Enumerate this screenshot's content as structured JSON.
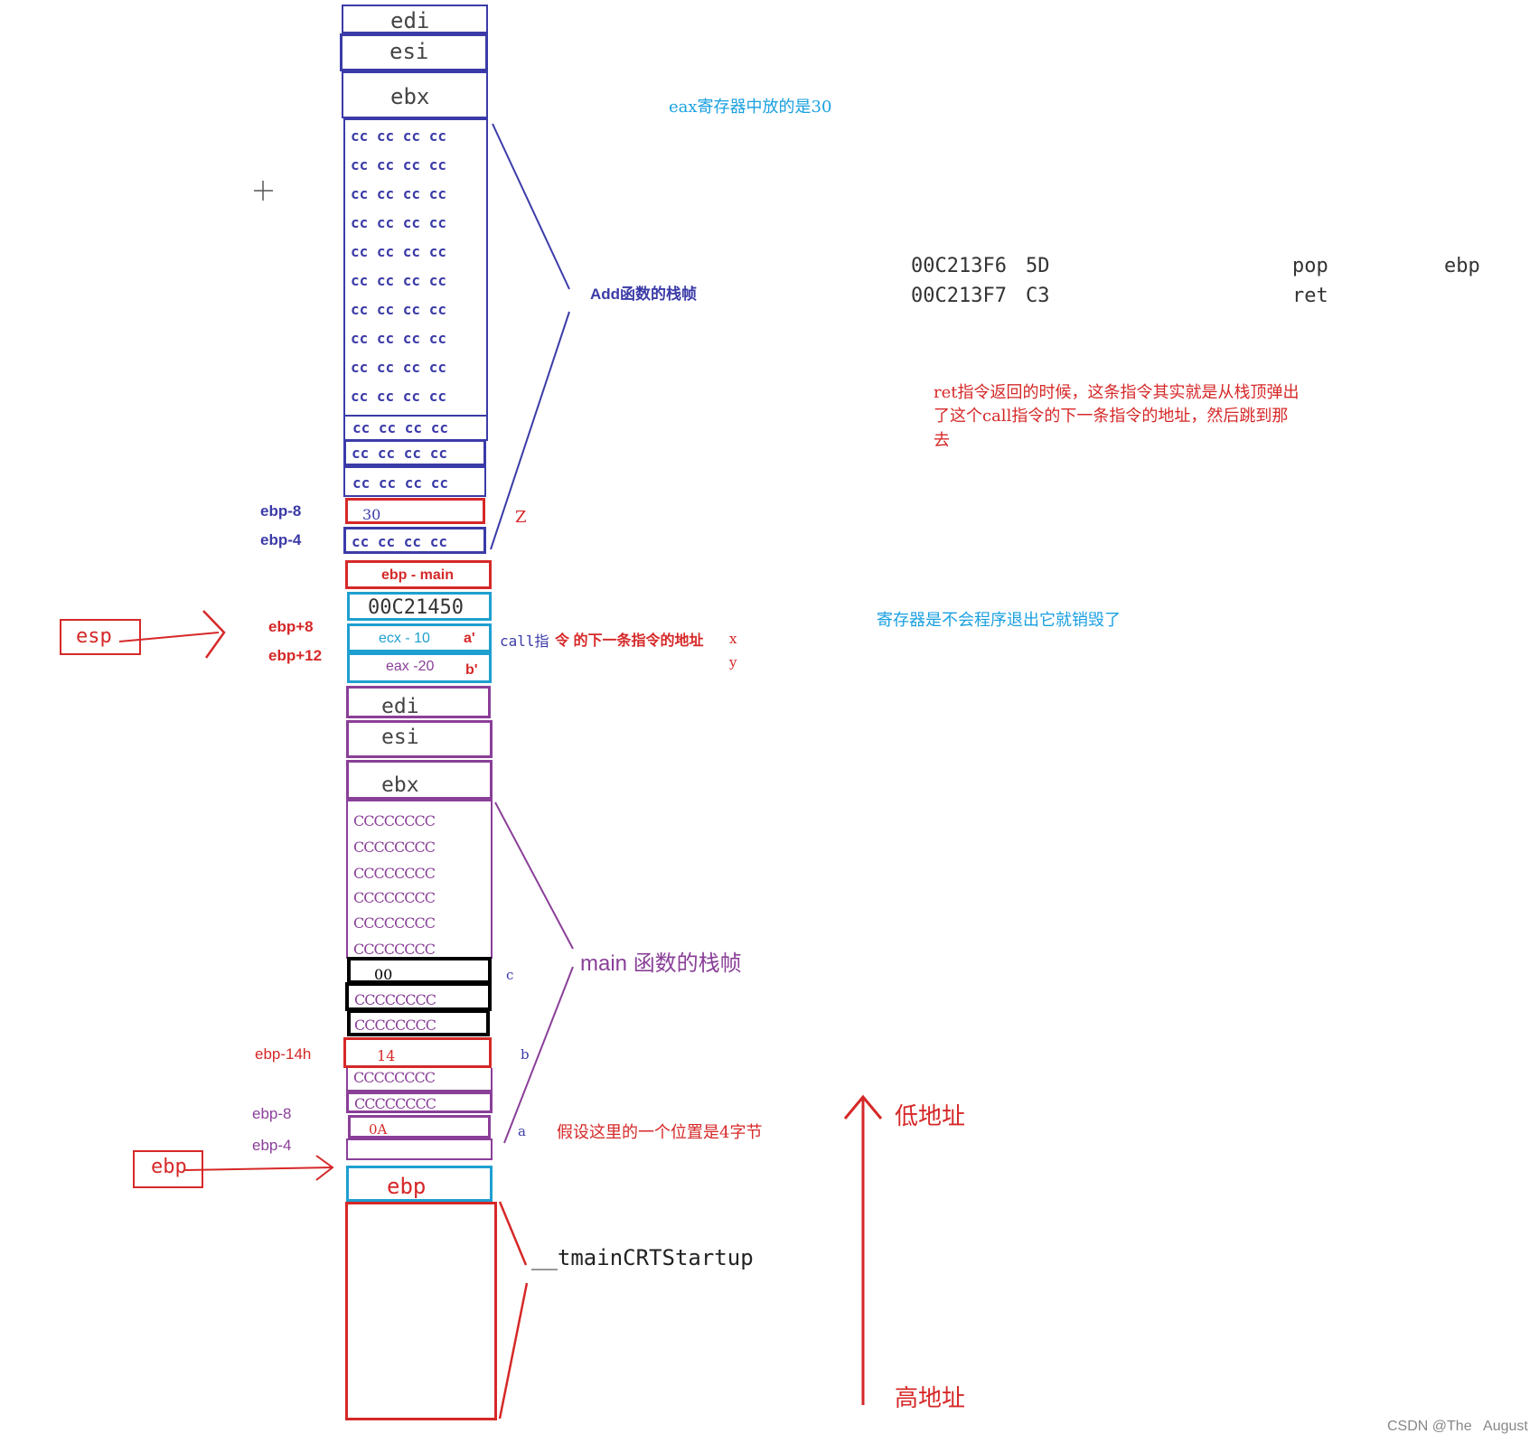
{
  "colors": {
    "blue": "#3b3ba8",
    "purple": "#8a3f98",
    "red": "#d62828",
    "cyan": "#1e9fd0",
    "black": "#000000",
    "note_blue": "#1aa0e0",
    "gray_text": "#555555"
  },
  "add_frame": {
    "registers": [
      "edi",
      "esi",
      "ebx"
    ],
    "fill_text": "cc cc cc cc",
    "var_z_value": "30",
    "var_z_name": "Z",
    "label_ebp_minus_8": "ebp-8",
    "label_ebp_minus_4": "ebp-4",
    "brace_label": "Add函数的栈帧"
  },
  "call_area": {
    "ebp_main": "ebp - main",
    "return_address": "00C21450",
    "ecx_cell": "ecx - 10",
    "ecx_param": "a'",
    "eax_cell": "eax -20",
    "eax_param": "b'",
    "label_ebp_plus_8": "ebp+8",
    "label_ebp_plus_12": "ebp+12",
    "esp_label": "esp",
    "call_note_prefix": "call指",
    "call_note_suffix": "令 的下一条指令的地址",
    "x_label": "x",
    "y_label": "y"
  },
  "main_frame": {
    "registers": [
      "edi",
      "esi",
      "ebx"
    ],
    "fill_text": "CCCCCCCC",
    "var_c_value": "00",
    "var_c_name": "c",
    "var_b_value": "14",
    "var_b_name": "b",
    "var_a_value": "0A",
    "var_a_name": "a",
    "label_ebp_minus_14h": "ebp-14h",
    "label_ebp_minus_8": "ebp-8",
    "label_ebp_minus_4": "ebp-4",
    "brace_label": "main 函数的栈帧",
    "ebp_cell": "ebp",
    "ebp_label": "ebp",
    "assume_note": "假设这里的一个位置是4字节"
  },
  "startup": {
    "label": "__tmainCRTStartup"
  },
  "notes": {
    "eax_note": "eax寄存器中放的是30",
    "ret_note_line1": "ret指令返回的时候，这条指令其实就是从栈顶弹出",
    "ret_note_line2": "了这个call指令的下一条指令的地址，然后跳到那",
    "ret_note_line3": "去",
    "register_note": "寄存器是不会程序退出它就销毁了"
  },
  "disassembly": [
    {
      "address": "00C213F6",
      "bytes": "5D",
      "mnemonic": "pop",
      "operand": "ebp"
    },
    {
      "address": "00C213F7",
      "bytes": "C3",
      "mnemonic": "ret",
      "operand": ""
    }
  ],
  "address_axis": {
    "low": "低地址",
    "high": "高地址"
  },
  "watermark": "CSDN @The   August"
}
